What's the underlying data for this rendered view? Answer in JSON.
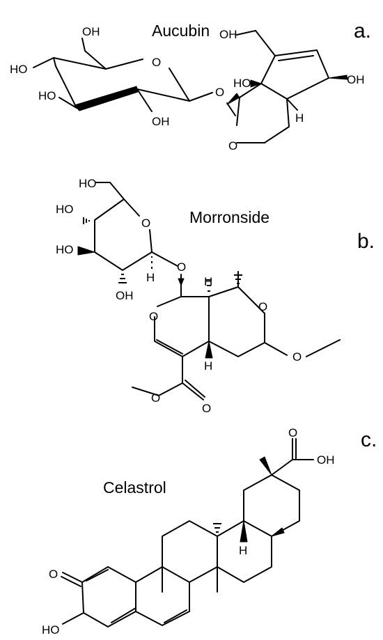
{
  "molecules": [
    {
      "name": "Aucubin",
      "panel": "a."
    },
    {
      "name": "Morronside",
      "panel": "b."
    },
    {
      "name": "Celastrol",
      "panel": "c."
    }
  ],
  "atoms": {
    "oh": "OH",
    "ho": "HO",
    "o": "O",
    "h": "H"
  }
}
